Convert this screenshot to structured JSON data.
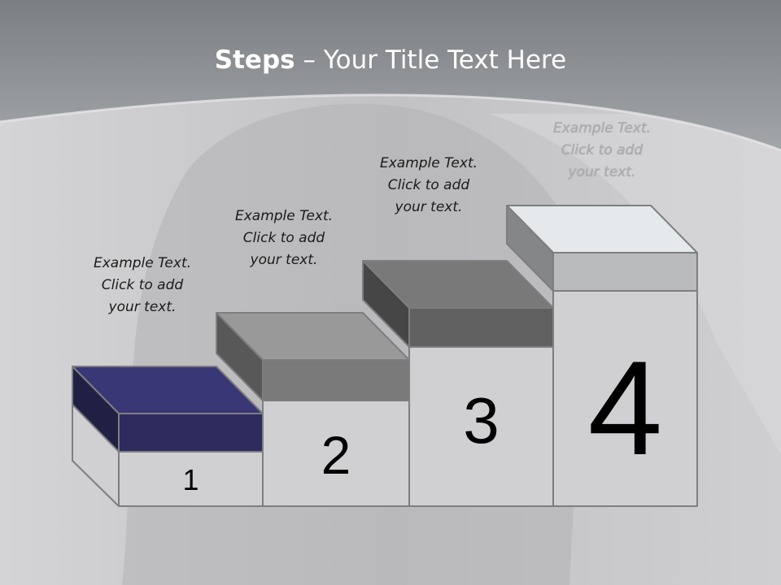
{
  "title": {
    "bold": "Steps",
    "rest": " – Your Title Text Here"
  },
  "steps": [
    {
      "number": "1",
      "lines": [
        "Example Text.",
        "Click  to add",
        "your text."
      ],
      "lid_color": "#2e2c5e"
    },
    {
      "number": "2",
      "lines": [
        "Example Text.",
        "Click  to add",
        "your text."
      ],
      "lid_color": "#7a7a7a"
    },
    {
      "number": "3",
      "lines": [
        "Example Text.",
        "Click  to add",
        "your text."
      ],
      "lid_color": "#616161"
    },
    {
      "number": "4",
      "lines": [
        "Example Text.",
        "Click  to add",
        "your text."
      ],
      "lid_color": "#b8babc"
    }
  ],
  "colors": {
    "header": "#8d9094",
    "background": "#c7c7c9",
    "step_face": "#d0d0d2",
    "step_outline": "#7e7e80"
  }
}
